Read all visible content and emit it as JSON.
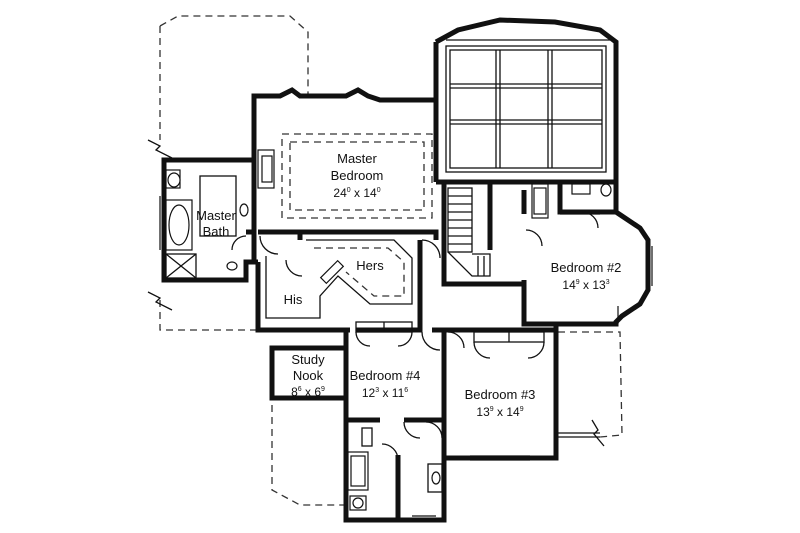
{
  "rooms": {
    "master_bedroom": {
      "name_line1": "Master",
      "name_line2": "Bedroom",
      "dim_w": "24",
      "dim_w_in": "0",
      "dim_sep": " x ",
      "dim_h": "14",
      "dim_h_in": "0"
    },
    "master_bath": {
      "name_line1": "Master",
      "name_line2": "Bath"
    },
    "hers": {
      "name": "Hers"
    },
    "his": {
      "name": "His"
    },
    "bedroom2": {
      "name": "Bedroom #2",
      "dim_w": "14",
      "dim_w_in": "9",
      "dim_sep": " x ",
      "dim_h": "13",
      "dim_h_in": "3"
    },
    "study_nook": {
      "name_line1": "Study",
      "name_line2": "Nook",
      "dim_w": "8",
      "dim_w_in": "6",
      "dim_sep": " x ",
      "dim_h": "6",
      "dim_h_in": "9"
    },
    "bedroom4": {
      "name": "Bedroom #4",
      "dim_w": "12",
      "dim_w_in": "3",
      "dim_sep": " x ",
      "dim_h": "11",
      "dim_h_in": "6"
    },
    "bedroom3": {
      "name": "Bedroom #3",
      "dim_w": "13",
      "dim_w_in": "9",
      "dim_sep": " x ",
      "dim_h": "14",
      "dim_h_in": "9"
    }
  },
  "colors": {
    "line": "#111111",
    "background": "#ffffff"
  }
}
